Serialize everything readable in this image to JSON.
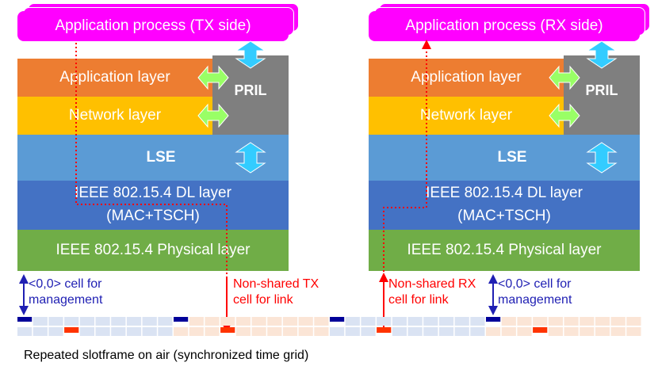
{
  "tx": {
    "app_process": "Application process (TX side)",
    "app_layer": "Application layer",
    "network_layer": "Network layer",
    "pril": "PRIL",
    "lse": "LSE",
    "dl_layer_line1": "IEEE 802.15.4 DL layer",
    "dl_layer_line2": "(MAC+TSCH)",
    "phy_layer": "IEEE 802.15.4 Physical layer"
  },
  "rx": {
    "app_process": "Application process (RX side)",
    "app_layer": "Application layer",
    "network_layer": "Network layer",
    "pril": "PRIL",
    "lse": "LSE",
    "dl_layer_line1": "IEEE 802.15.4 DL layer",
    "dl_layer_line2": "(MAC+TSCH)",
    "phy_layer": "IEEE 802.15.4 Physical layer"
  },
  "annotations": {
    "mgmt_left_line1": "<0,0> cell for",
    "mgmt_left_line2": "management",
    "tx_cell_line1": "Non-shared TX",
    "tx_cell_line2": "cell for link",
    "rx_cell_line1": "Non-shared RX",
    "rx_cell_line2": "cell for link",
    "mgmt_right_line1": "<0,0> cell for",
    "mgmt_right_line2": "management"
  },
  "caption": "Repeated slotframe on air (synchronized time grid)",
  "colors": {
    "app_process": "#ff00ff",
    "app_layer": "#ed7d31",
    "network_layer": "#ffc000",
    "lse": "#5b9bd5",
    "dl_layer": "#4472c4",
    "phy_layer": "#70ad47",
    "pril": "#7f7f7f",
    "arrow_cyan": "#33ccff",
    "arrow_green": "#99ff66",
    "mgmt_cell": "#000099",
    "link_cell": "#ff3300",
    "slot_blue": "#dae3f3",
    "slot_pink": "#fbe5d6"
  },
  "slotframe": {
    "slots_per_frame": 10,
    "frames": 4,
    "rows": 2,
    "mgmt_slot_index": 0,
    "tx_slot_index": 3,
    "rx_slot_index": 3
  }
}
